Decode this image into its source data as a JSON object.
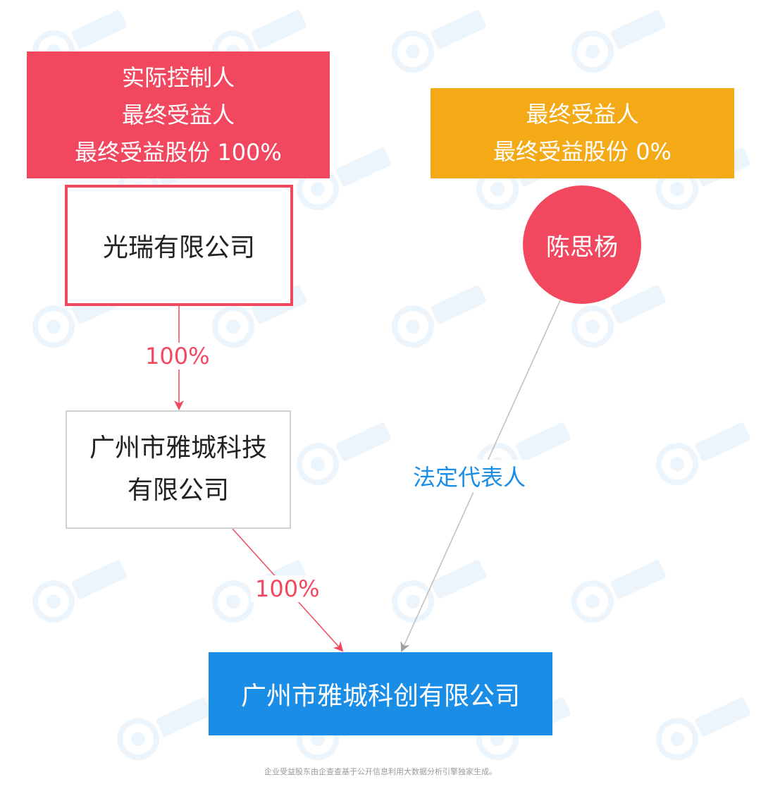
{
  "beneficiary_badge": {
    "line1": "实际控制人",
    "line2": "最终受益人",
    "line3": "最终受益股份 100%"
  },
  "person_badge": {
    "line1": "最终受益人",
    "line2": "最终受益股份 0%"
  },
  "companies": {
    "root": "光瑞有限公司",
    "middle_line1": "广州市雅城科技",
    "middle_line2": "有限公司",
    "target": "广州市雅城科创有限公司"
  },
  "person": {
    "name": "陈思杨"
  },
  "edges": {
    "root_to_middle": "100%",
    "middle_to_target": "100%",
    "person_to_target": "法定代表人"
  },
  "footer": "企业受益股东由企查查基于公开信息利用大数据分析引擎独家生成。",
  "colors": {
    "red": "#f2485f",
    "orange": "#f4aa17",
    "blue": "#1a8ee6",
    "gray_edge": "#bdbdbd"
  },
  "icons": {
    "watermark": "qichacha-logo-icon"
  }
}
